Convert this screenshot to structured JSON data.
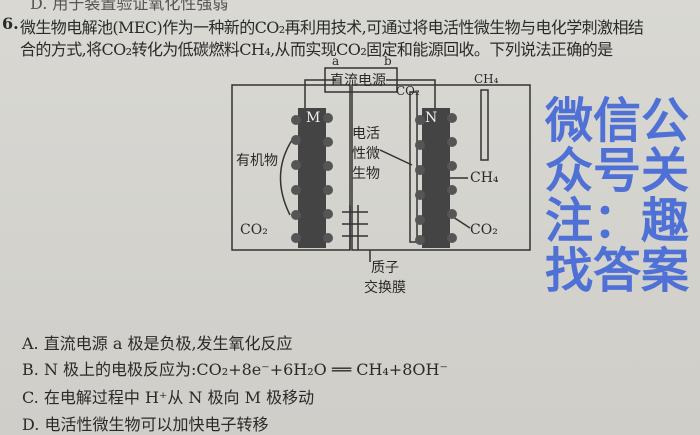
{
  "question": {
    "prev_line": "D. 用于装置验证氧化性强弱",
    "number": "6.",
    "line1": "微生物电解池(MEC)作为一种新的CO₂再利用技术,可通过将电活性微生物与电化学刺激相结",
    "line2": "合的方式,将CO₂转化为低碳燃料CH₄,从而实现CO₂固定和能源回收。下列说法正确的是"
  },
  "watermark": "微信公众号关注：趣找答案",
  "diagram": {
    "power_supply": "直流电源",
    "terminal_a": "a",
    "terminal_b": "b",
    "electrode_m": "M",
    "electrode_n": "N",
    "organic": "有机物",
    "co2_left": "CO₂",
    "microbe": [
      "电活",
      "性微",
      "生物"
    ],
    "co2_top": "CO₂",
    "ch4_top": "CH₄",
    "ch4_right": "CH₄",
    "co2_right": "CO₂",
    "membrane": [
      "质子",
      "交换膜"
    ]
  },
  "options": [
    {
      "label": "A.",
      "text": "直流电源 a 极是负极,发生氧化反应"
    },
    {
      "label": "B.",
      "text": "N 极上的电极反应为:CO₂+8e⁻+6H₂O ══ CH₄+8OH⁻"
    },
    {
      "label": "C.",
      "text": "在电解过程中 H⁺从 N 极向 M 极移动"
    },
    {
      "label": "D.",
      "text": "电活性微生物可以加快电子转移"
    }
  ]
}
